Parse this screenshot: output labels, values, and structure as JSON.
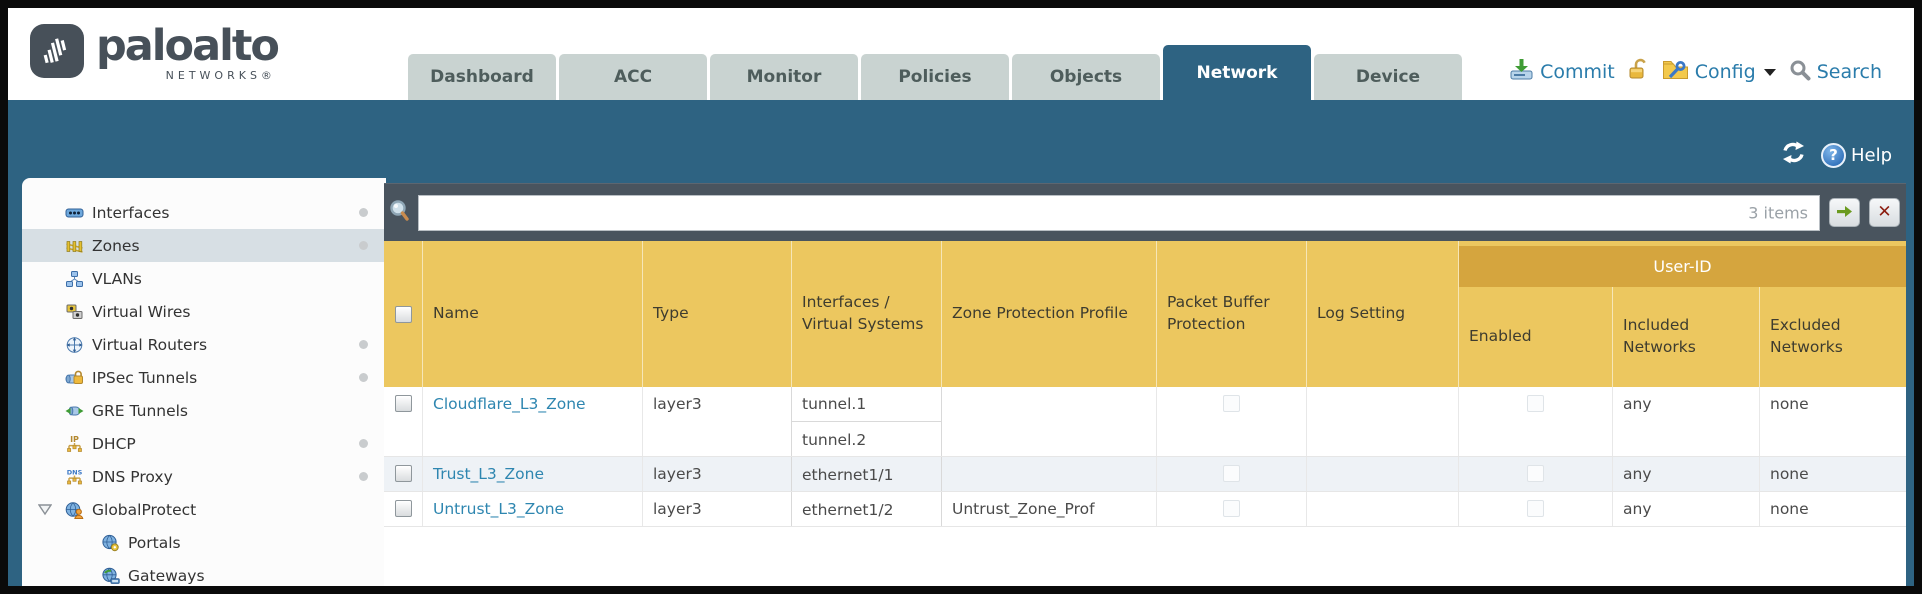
{
  "brand": {
    "name": "paloalto",
    "sub": "NETWORKS®"
  },
  "nav_tabs": [
    {
      "label": "Dashboard",
      "active": false
    },
    {
      "label": "ACC",
      "active": false
    },
    {
      "label": "Monitor",
      "active": false
    },
    {
      "label": "Policies",
      "active": false
    },
    {
      "label": "Objects",
      "active": false
    },
    {
      "label": "Network",
      "active": true
    },
    {
      "label": "Device",
      "active": false
    }
  ],
  "header_actions": {
    "commit_label": "Commit",
    "config_label": "Config",
    "search_label": "Search"
  },
  "toolbar": {
    "help_label": "Help"
  },
  "sidebar": {
    "items": [
      {
        "label": "Interfaces",
        "icon": "interfaces-icon",
        "has_status_dot": true,
        "selected": false
      },
      {
        "label": "Zones",
        "icon": "zones-icon",
        "has_status_dot": true,
        "selected": true
      },
      {
        "label": "VLANs",
        "icon": "vlans-icon",
        "has_status_dot": false,
        "selected": false
      },
      {
        "label": "Virtual Wires",
        "icon": "virtual-wires-icon",
        "has_status_dot": false,
        "selected": false
      },
      {
        "label": "Virtual Routers",
        "icon": "virtual-routers-icon",
        "has_status_dot": true,
        "selected": false
      },
      {
        "label": "IPSec Tunnels",
        "icon": "ipsec-tunnels-icon",
        "has_status_dot": true,
        "selected": false
      },
      {
        "label": "GRE Tunnels",
        "icon": "gre-tunnels-icon",
        "has_status_dot": false,
        "selected": false
      },
      {
        "label": "DHCP",
        "icon": "dhcp-icon",
        "has_status_dot": true,
        "selected": false
      },
      {
        "label": "DNS Proxy",
        "icon": "dns-proxy-icon",
        "has_status_dot": true,
        "selected": false
      },
      {
        "label": "GlobalProtect",
        "icon": "globalprotect-icon",
        "has_status_dot": false,
        "selected": false,
        "expanded": true
      },
      {
        "label": "Portals",
        "icon": "portals-icon",
        "has_status_dot": false,
        "selected": false,
        "indent": true
      },
      {
        "label": "Gateways",
        "icon": "gateways-icon",
        "has_status_dot": false,
        "selected": false,
        "indent": true
      }
    ]
  },
  "filter_bar": {
    "items_count": "3 items"
  },
  "table": {
    "group_header": "User-ID",
    "columns": [
      "Name",
      "Type",
      "Interfaces / Virtual Systems",
      "Zone Protection Profile",
      "Packet Buffer Protection",
      "Log Setting",
      "Enabled",
      "Included Networks",
      "Excluded Networks"
    ],
    "rows": [
      {
        "name": "Cloudflare_L3_Zone",
        "type": "layer3",
        "interfaces": [
          "tunnel.1",
          "tunnel.2"
        ],
        "zone_protection_profile": "",
        "packet_buffer_protection": false,
        "log_setting": "",
        "enabled": false,
        "included_networks": "any",
        "excluded_networks": "none"
      },
      {
        "name": "Trust_L3_Zone",
        "type": "layer3",
        "interfaces": [
          "ethernet1/1"
        ],
        "zone_protection_profile": "",
        "packet_buffer_protection": false,
        "log_setting": "",
        "enabled": false,
        "included_networks": "any",
        "excluded_networks": "none"
      },
      {
        "name": "Untrust_L3_Zone",
        "type": "layer3",
        "interfaces": [
          "ethernet1/2"
        ],
        "zone_protection_profile": "Untrust_Zone_Prof",
        "packet_buffer_protection": false,
        "log_setting": "",
        "enabled": false,
        "included_networks": "any",
        "excluded_networks": "none"
      }
    ]
  },
  "colors": {
    "accent_teal": "#2e6382",
    "header_gold": "#ecc75f",
    "user_id_band": "#d5a53e",
    "slate_band": "#49545e",
    "link_blue": "#2e86b0",
    "tab_inactive": "#c9d3d1"
  }
}
